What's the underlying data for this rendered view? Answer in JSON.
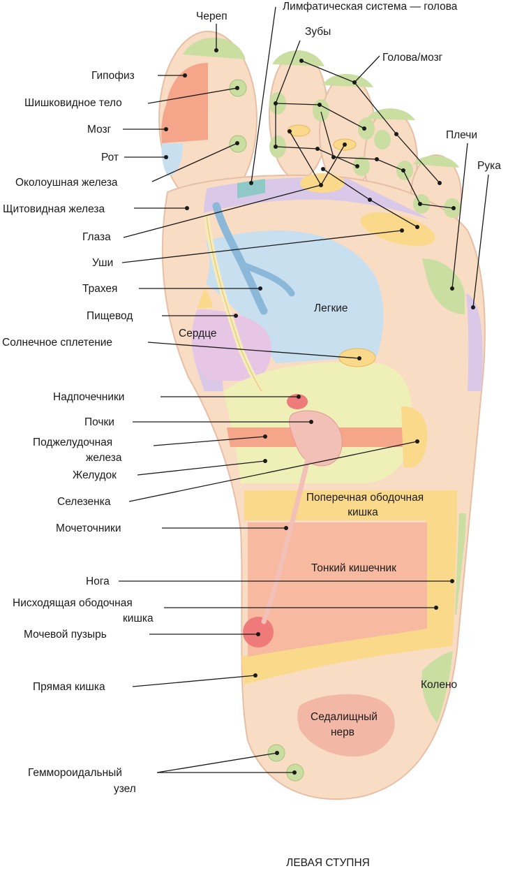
{
  "caption": "ЛЕВАЯ СТУПНЯ",
  "labels": {
    "skull": "Череп",
    "lymph_head": "Лимфатическая система — голова",
    "teeth": "Зубы",
    "head_brain": "Голова/мозг",
    "pituitary": "Гипофиз",
    "pineal": "Шишковидное тело",
    "brain": "Мозг",
    "mouth": "Рот",
    "parotid": "Околоушная железа",
    "thyroid": "Щитовидная железа",
    "eyes": "Глаза",
    "ears": "Уши",
    "shoulders": "Плечи",
    "arm": "Рука",
    "trachea": "Трахея",
    "esophagus": "Пищевод",
    "lungs": "Легкие",
    "heart": "Сердце",
    "solar_plexus": "Солнечное сплетение",
    "adrenals": "Надпочечники",
    "kidneys": "Почки",
    "pancreas_1": "Поджелудочная",
    "pancreas_2": "железа",
    "stomach": "Желудок",
    "spleen": "Селезенка",
    "transverse_colon_1": "Поперечная ободочная",
    "transverse_colon_2": "кишка",
    "ureters": "Мочеточники",
    "small_intestine": "Тонкий кишечник",
    "leg": "Нога",
    "descending_colon_1": "Нисходящая ободочная",
    "descending_colon_2": "кишка",
    "bladder": "Мочевой пузырь",
    "rectum": "Прямая кишка",
    "knee": "Колено",
    "sciatic_1": "Седалищный",
    "sciatic_2": "нерв",
    "hemorrhoid_1": "Геммороидальный",
    "hemorrhoid_2": "узел"
  },
  "colors": {
    "skin": "#f8dcc4",
    "skin_edge": "#e6bfa6",
    "green": "#c9dea0",
    "orange": "#f4a58a",
    "blue": "#c8dff0",
    "lavender": "#d9c8e8",
    "yellow": "#fbd98a",
    "pale_yellow": "#eef0b8",
    "salmon": "#f7b9a0",
    "pink": "#f3c0b8",
    "heart": "#e6c6e4",
    "bladder": "#ee7a7a"
  }
}
